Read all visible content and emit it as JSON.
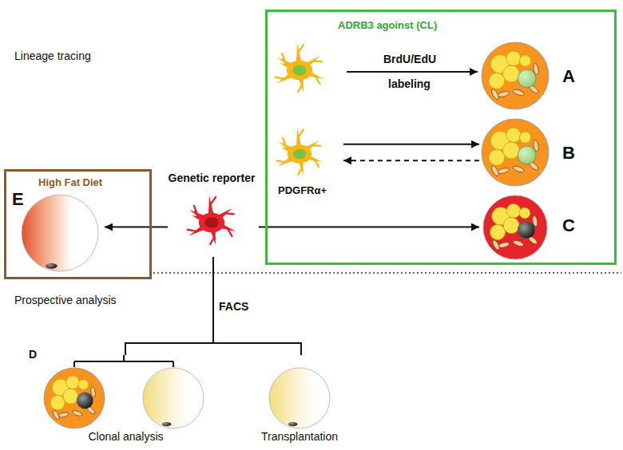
{
  "diagram": {
    "nodes": [
      {
        "text": [
          "ADRB3 agoinst (CL)"
        ]
      },
      {
        "text": [
          "PDGFRα+"
        ],
        "in": 0
      },
      {
        "text": [
          "A"
        ],
        "in": 0
      },
      {
        "text": [
          "B"
        ],
        "in": 0
      },
      {
        "text": [
          "C"
        ],
        "in": 0
      },
      {
        "text": [
          "Genetic reporter"
        ]
      },
      {
        "text": [
          "High Fat Diet"
        ]
      },
      {
        "text": [
          "E"
        ],
        "in": 6
      },
      {
        "text": [
          "Clonal analysis"
        ]
      },
      {
        "text": [
          "Transplantation"
        ]
      }
    ],
    "edges": [
      {
        "from": 1,
        "to": 3,
        "arrow": "to"
      },
      {
        "from": 3,
        "to": 1,
        "arrow": "to"
      },
      {
        "from": 5,
        "to": 4,
        "arrow": "to"
      },
      {
        "from": 5,
        "to": 7,
        "arrow": "to"
      },
      {
        "from": 5,
        "to": 8,
        "arrow": "none"
      },
      {
        "from": 5,
        "to": 9,
        "arrow": "none"
      }
    ],
    "labels": [
      "Lineage tracing",
      "BrdU/EdU",
      "labeling",
      "Prospective analysis",
      "FACS",
      "D"
    ]
  }
}
